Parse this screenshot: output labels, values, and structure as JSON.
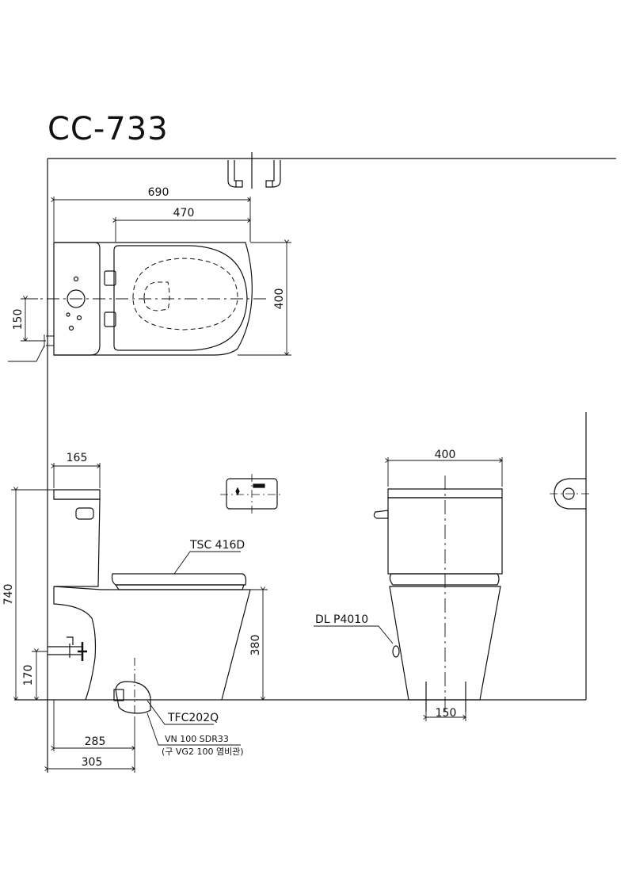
{
  "title": "CC-733",
  "dimensions": {
    "plan_width": "690",
    "plan_seat_width": "470",
    "plan_depth": "400",
    "plan_supply_offset": "150",
    "side_tank_depth": "165",
    "side_total_height": "740",
    "side_seat_height": "380",
    "side_supply_height": "170",
    "side_drain_285": "285",
    "side_drain_305": "305",
    "front_width": "400",
    "front_drain_spacing": "150"
  },
  "labels": {
    "seat_model": "TSC 416D",
    "flange_model": "TFC202Q",
    "pipe_spec_line1": "VN 100 SDR33",
    "pipe_spec_line2": "(구 VG2 100 염비관)",
    "valve_model": "DL P4010"
  }
}
